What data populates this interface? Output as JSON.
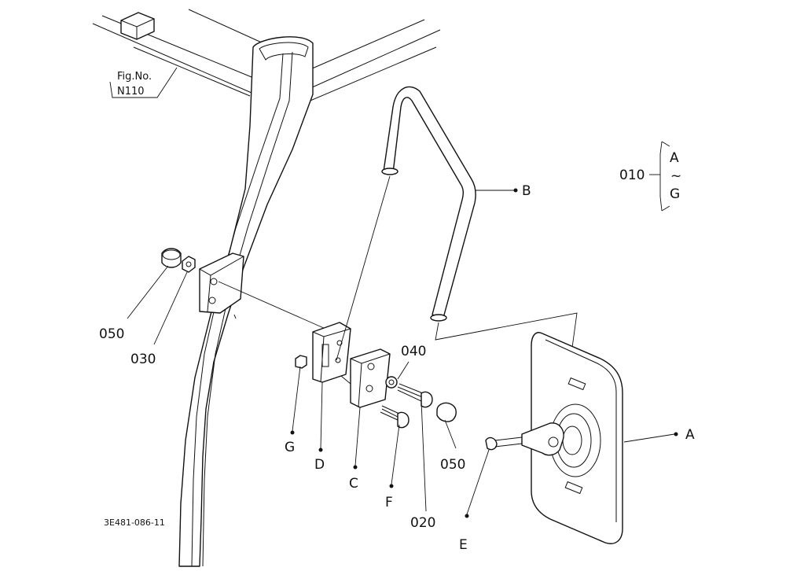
{
  "figure": {
    "fig_ref_line1": "Fig.No.",
    "fig_ref_line2": "N110",
    "drawing_code": "3E481-086-11"
  },
  "assembly": {
    "ref": "010",
    "range_start": "A",
    "range_sep": "~",
    "range_end": "G"
  },
  "labels": {
    "mirror": "A",
    "stay": "B",
    "bracket_c": "C",
    "bracket_d": "D",
    "bolt_e": "E",
    "bolt_f": "F",
    "nut_g": "G",
    "bolt_020": "020",
    "nut_030": "030",
    "washer_040": "040",
    "cap_050_left": "050",
    "cap_050_right": "050"
  }
}
